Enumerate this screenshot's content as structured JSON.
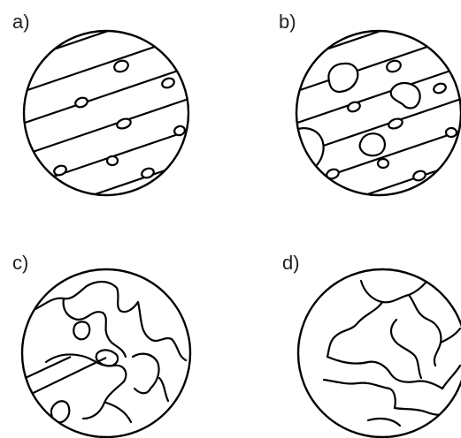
{
  "panels": [
    {
      "key": "a",
      "label": "a)"
    },
    {
      "key": "b",
      "label": "b)"
    },
    {
      "key": "c",
      "label": "c)"
    },
    {
      "key": "d",
      "label": "d)"
    }
  ]
}
